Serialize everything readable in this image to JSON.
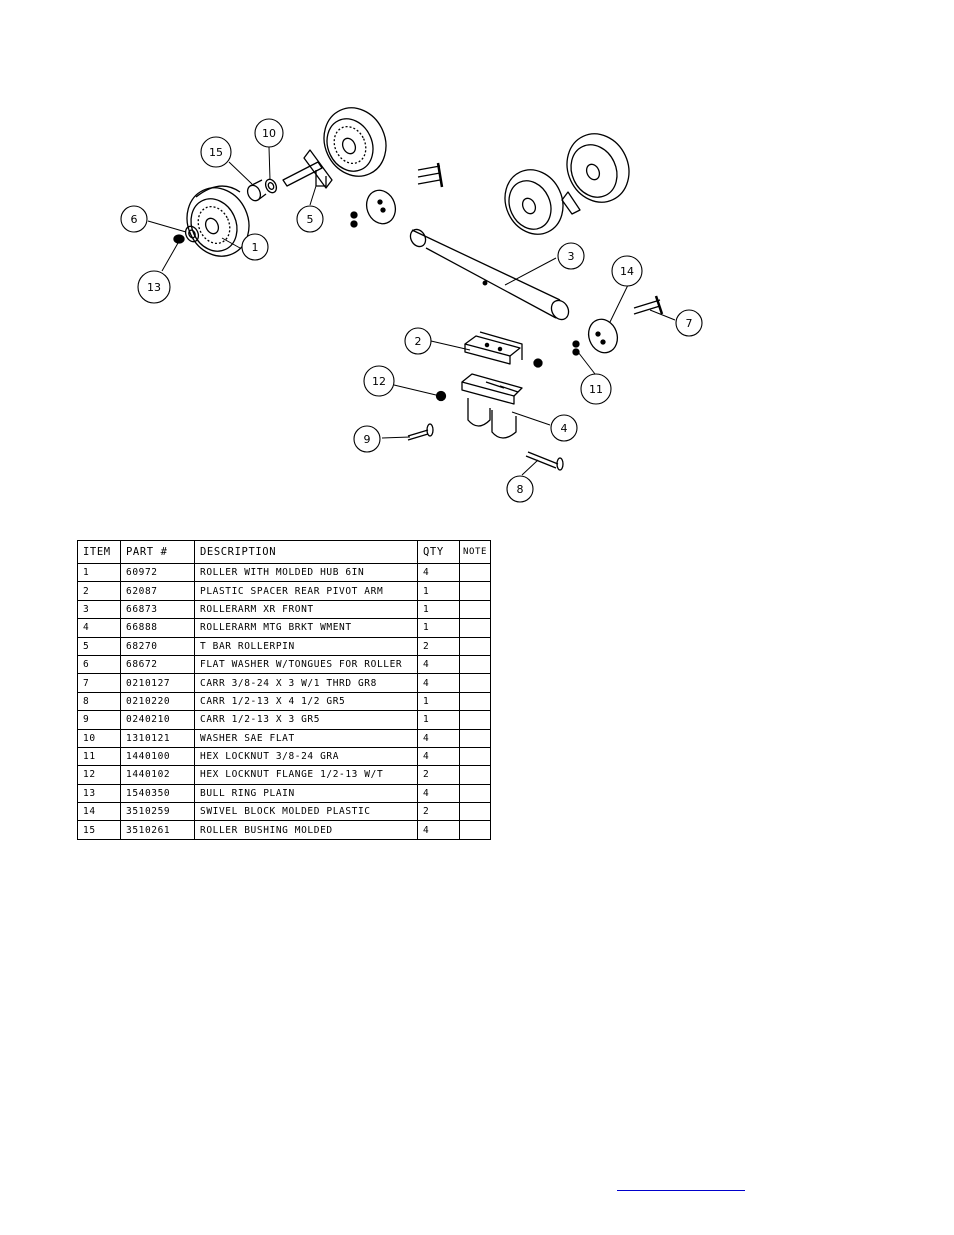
{
  "callouts": [
    "1",
    "2",
    "3",
    "4",
    "5",
    "6",
    "7",
    "8",
    "9",
    "10",
    "11",
    "12",
    "13",
    "14",
    "15"
  ],
  "bom": {
    "headers": {
      "item": "ITEM",
      "part": "PART #",
      "description": "DESCRIPTION",
      "qty": "QTY",
      "note": "NOTE"
    },
    "rows": [
      {
        "item": "1",
        "part": "60972",
        "description": "ROLLER WITH MOLDED HUB  6IN",
        "qty": "4",
        "note": ""
      },
      {
        "item": "2",
        "part": "62087",
        "description": "PLASTIC SPACER REAR PIVOT ARM",
        "qty": "1",
        "note": ""
      },
      {
        "item": "3",
        "part": "66873",
        "description": "ROLLERARM XR FRONT",
        "qty": "1",
        "note": ""
      },
      {
        "item": "4",
        "part": "66888",
        "description": "ROLLERARM MTG BRKT WMENT",
        "qty": "1",
        "note": ""
      },
      {
        "item": "5",
        "part": "68270",
        "description": "T BAR ROLLERPIN",
        "qty": "2",
        "note": ""
      },
      {
        "item": "6",
        "part": "68672",
        "description": "FLAT WASHER W/TONGUES FOR ROLLER",
        "qty": "4",
        "note": ""
      },
      {
        "item": "7",
        "part": "0210127",
        "description": "CARR 3/8-24 X 3 W/1 THRD GR8",
        "qty": "4",
        "note": ""
      },
      {
        "item": "8",
        "part": "0210220",
        "description": "CARR 1/2-13 X 4 1/2 GR5",
        "qty": "1",
        "note": ""
      },
      {
        "item": "9",
        "part": "0240210",
        "description": "CARR 1/2-13 X 3 GR5",
        "qty": "1",
        "note": ""
      },
      {
        "item": "10",
        "part": "1310121",
        "description": "WASHER SAE FLAT",
        "qty": "4",
        "note": ""
      },
      {
        "item": "11",
        "part": "1440100",
        "description": "HEX LOCKNUT 3/8-24 GRA",
        "qty": "4",
        "note": ""
      },
      {
        "item": "12",
        "part": "1440102",
        "description": "HEX LOCKNUT FLANGE 1/2-13 W/T",
        "qty": "2",
        "note": ""
      },
      {
        "item": "13",
        "part": "1540350",
        "description": "BULL RING PLAIN",
        "qty": "4",
        "note": ""
      },
      {
        "item": "14",
        "part": "3510259",
        "description": "SWIVEL BLOCK MOLDED PLASTIC",
        "qty": "2",
        "note": ""
      },
      {
        "item": "15",
        "part": "3510261",
        "description": "ROLLER BUSHING MOLDED",
        "qty": "4",
        "note": ""
      }
    ]
  }
}
